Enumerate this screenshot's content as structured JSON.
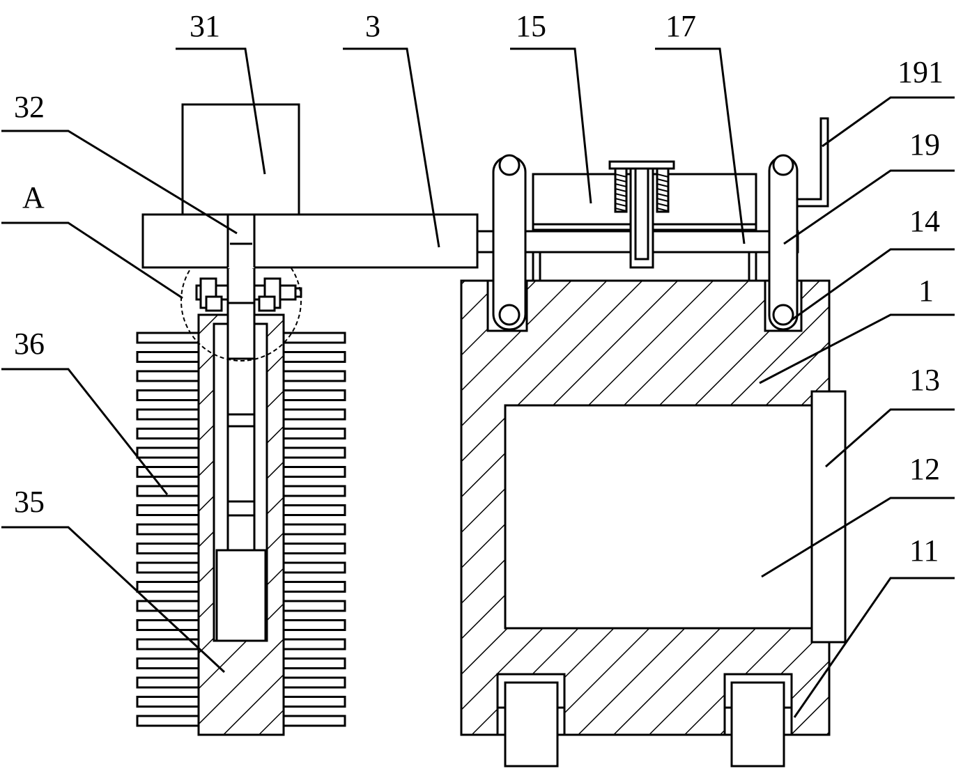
{
  "figure": {
    "labels": {
      "l31": "31",
      "l3": "3",
      "l15": "15",
      "l17": "17",
      "l191": "191",
      "l32": "32",
      "l19": "19",
      "lA": "A",
      "l14": "14",
      "l1": "1",
      "l36": "36",
      "l13": "13",
      "l35": "35",
      "l12": "12",
      "l11": "11"
    },
    "colors": {
      "stroke": "#000000",
      "background": "#ffffff"
    }
  }
}
